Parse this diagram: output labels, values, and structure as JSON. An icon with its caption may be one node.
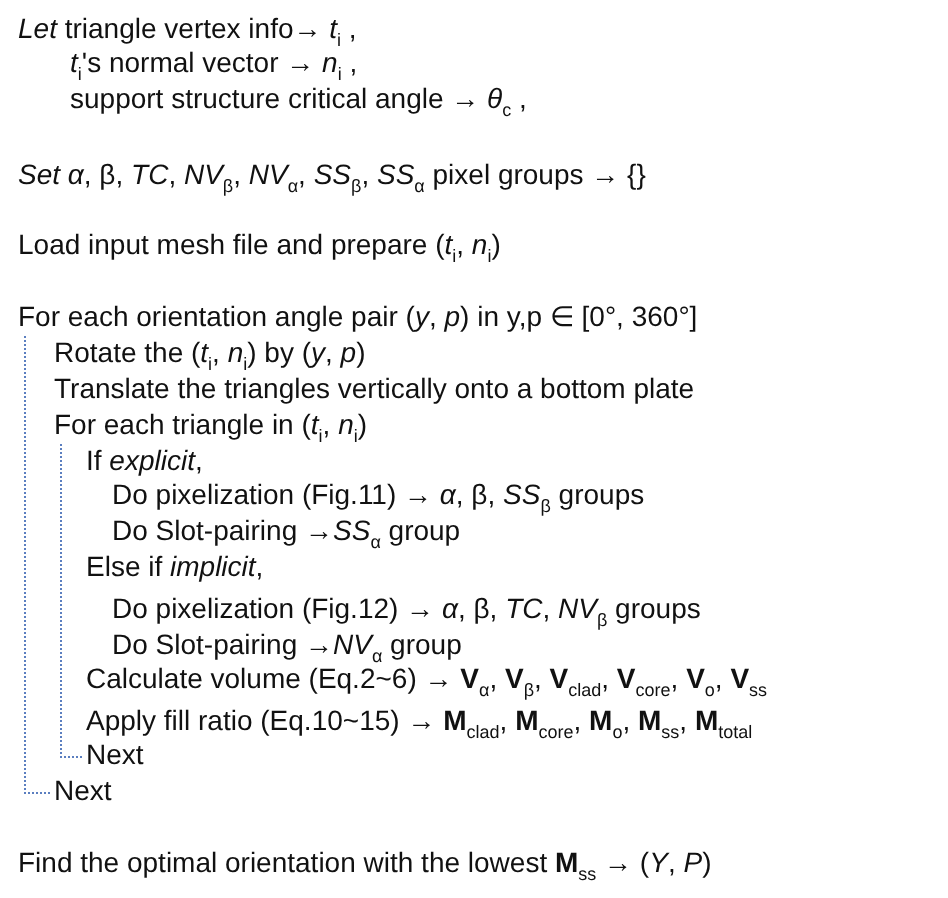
{
  "diagram": {
    "labels": [
      "*Let* triangle vertex info→ *t*$_{i}$ ,",
      "*t*$_{i}$'s normal vector → *n*$_{i}$ ,",
      "support structure critical angle → *θ*$_{c}$ ,",
      "*Set α*, β, *TC*, *NV*$_{β}$, *NV*$_{α}$, *SS*$_{β}$, *SS*$_{α}$ pixel groups → {}",
      "Load input mesh file and prepare (*t*$_{i}$, *n*$_{i}$)",
      "For each orientation angle pair (*y*, *p*) in y,p ∈ [0°, 360°]",
      "Rotate the (*t*$_{i}$, *n*$_{i}$) by (*y*, *p*)",
      "Translate the triangles vertically onto a bottom plate",
      "For each triangle in (*t*$_{i}$, *n*$_{i}$)",
      "If *explicit*,",
      "Do pixelization (Fig.11) → *α*, β, *SS*$_{β}$ groups",
      "Do Slot-pairing →*SS*$_{α}$ group",
      "Else if *implicit*,",
      "Do pixelization (Fig.12) → *α*, β, *TC*, *NV*$_{β}$ groups",
      "Do Slot-pairing →*NV*$_{α}$ group",
      "Calculate volume (Eq.2~6) → **V**$_{α}$, **V**$_{β}$, **V**$_{clad}$, **V**$_{core}$, **V**$_{o}$, **V**$_{ss}$",
      "Apply fill ratio (Eq.10~15) → **M**$_{clad}$, **M**$_{core}$, **M**$_{o}$, **M**$_{ss}$, **M**$_{total}$",
      "Next",
      "Next",
      "Find the optimal orientation with the lowest **M**$_{ss}$ → (*Y*, *P*)"
    ]
  }
}
